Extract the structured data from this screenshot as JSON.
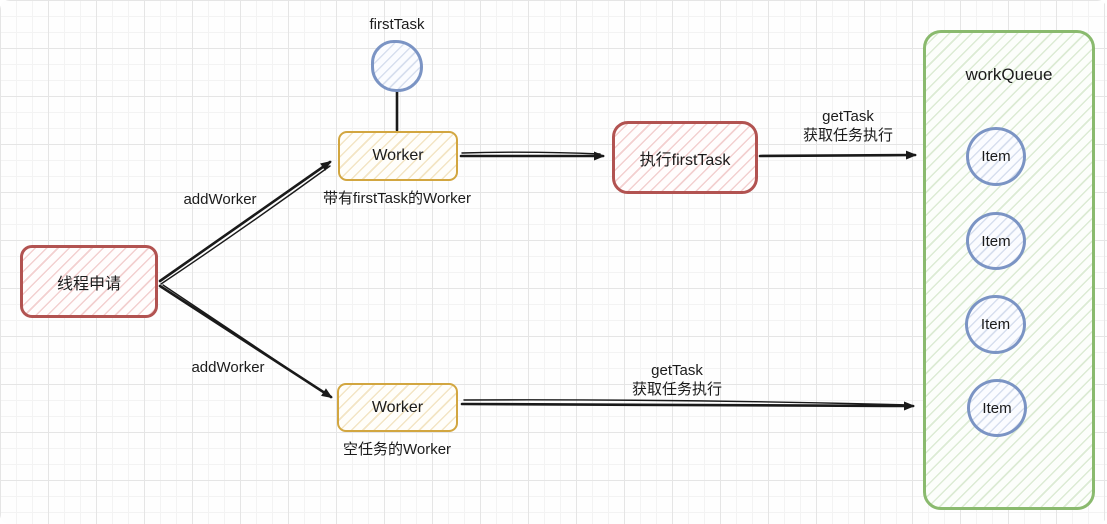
{
  "diagram": {
    "title": "thread-pool work queue flow",
    "colors": {
      "red_stroke": "#b25351",
      "yellow_stroke": "#d2a640",
      "green_stroke": "#8aba6e",
      "blue_stroke": "#7b94c4",
      "arrow": "#1a1a1a",
      "grid_major": "#e5e5e5",
      "grid_minor": "#f3f3f3"
    },
    "nodes": {
      "thread_request": {
        "label": "线程申请"
      },
      "first_task": {
        "label": "firstTask"
      },
      "worker_top": {
        "label": "Worker",
        "caption": "带有firstTask的Worker"
      },
      "worker_bottom": {
        "label": "Worker",
        "caption": "空任务的Worker"
      },
      "exec_first_task": {
        "label": "执行firstTask"
      },
      "work_queue": {
        "title": "workQueue",
        "items": [
          "Item",
          "Item",
          "Item",
          "Item"
        ]
      }
    },
    "edges": {
      "add_worker_top": {
        "label": "addWorker"
      },
      "add_worker_bottom": {
        "label": "addWorker"
      },
      "get_task_top": {
        "line1": "getTask",
        "line2": "获取任务执行"
      },
      "get_task_bottom": {
        "line1": "getTask",
        "line2": "获取任务执行"
      }
    }
  }
}
